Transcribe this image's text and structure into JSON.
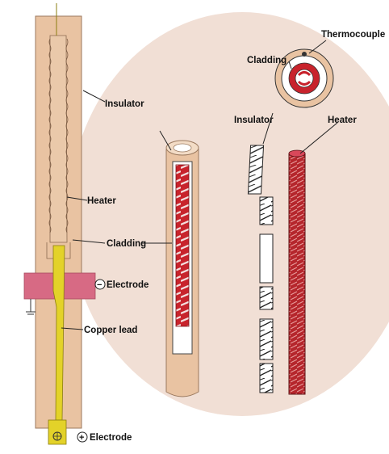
{
  "labels": {
    "thermocouple": "Thermocouple",
    "cladding_top": "Cladding",
    "insulator_left": "Insulator",
    "insulator_right": "Insulator",
    "heater_left": "Heater",
    "heater_right": "Heater",
    "cladding_mid": "Cladding",
    "electrode_neg": "Electrode",
    "copper_lead": "Copper lead",
    "electrode_pos": "Electrode",
    "neg_symbol": "−",
    "pos_symbol": "+"
  },
  "colors": {
    "background_blob": "#f1dfd5",
    "tube_fill": "#e9c3a2",
    "tube_stroke": "#9c7a5f",
    "heater_red": "#c8232c",
    "electrode_pink": "#d76a84",
    "copper_yellow": "#e3d229"
  }
}
